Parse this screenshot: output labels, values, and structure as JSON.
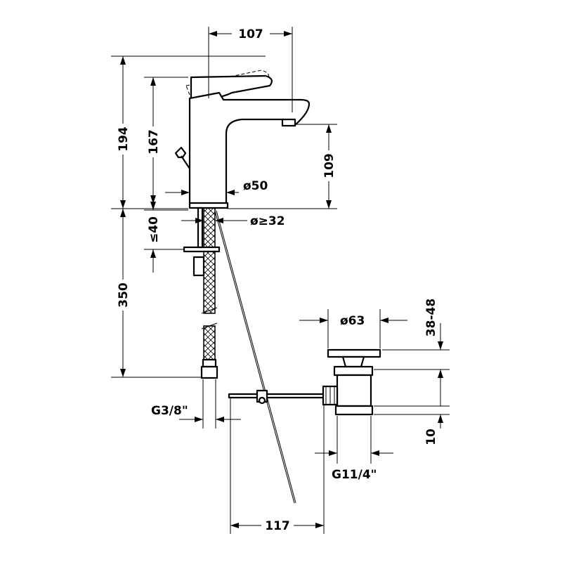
{
  "dimensions": {
    "width_107": "107",
    "height_194": "194",
    "height_167": "167",
    "height_109": "109",
    "diameter_50": "ø50",
    "diameter_32": "ø≥32",
    "thickness_40": "≤40",
    "length_350": "350",
    "diameter_63": "ø63",
    "range_38_48": "38-48",
    "thread_g38": "G3/8\"",
    "height_10": "10",
    "thread_g114": "G11/4\"",
    "length_117": "117"
  }
}
